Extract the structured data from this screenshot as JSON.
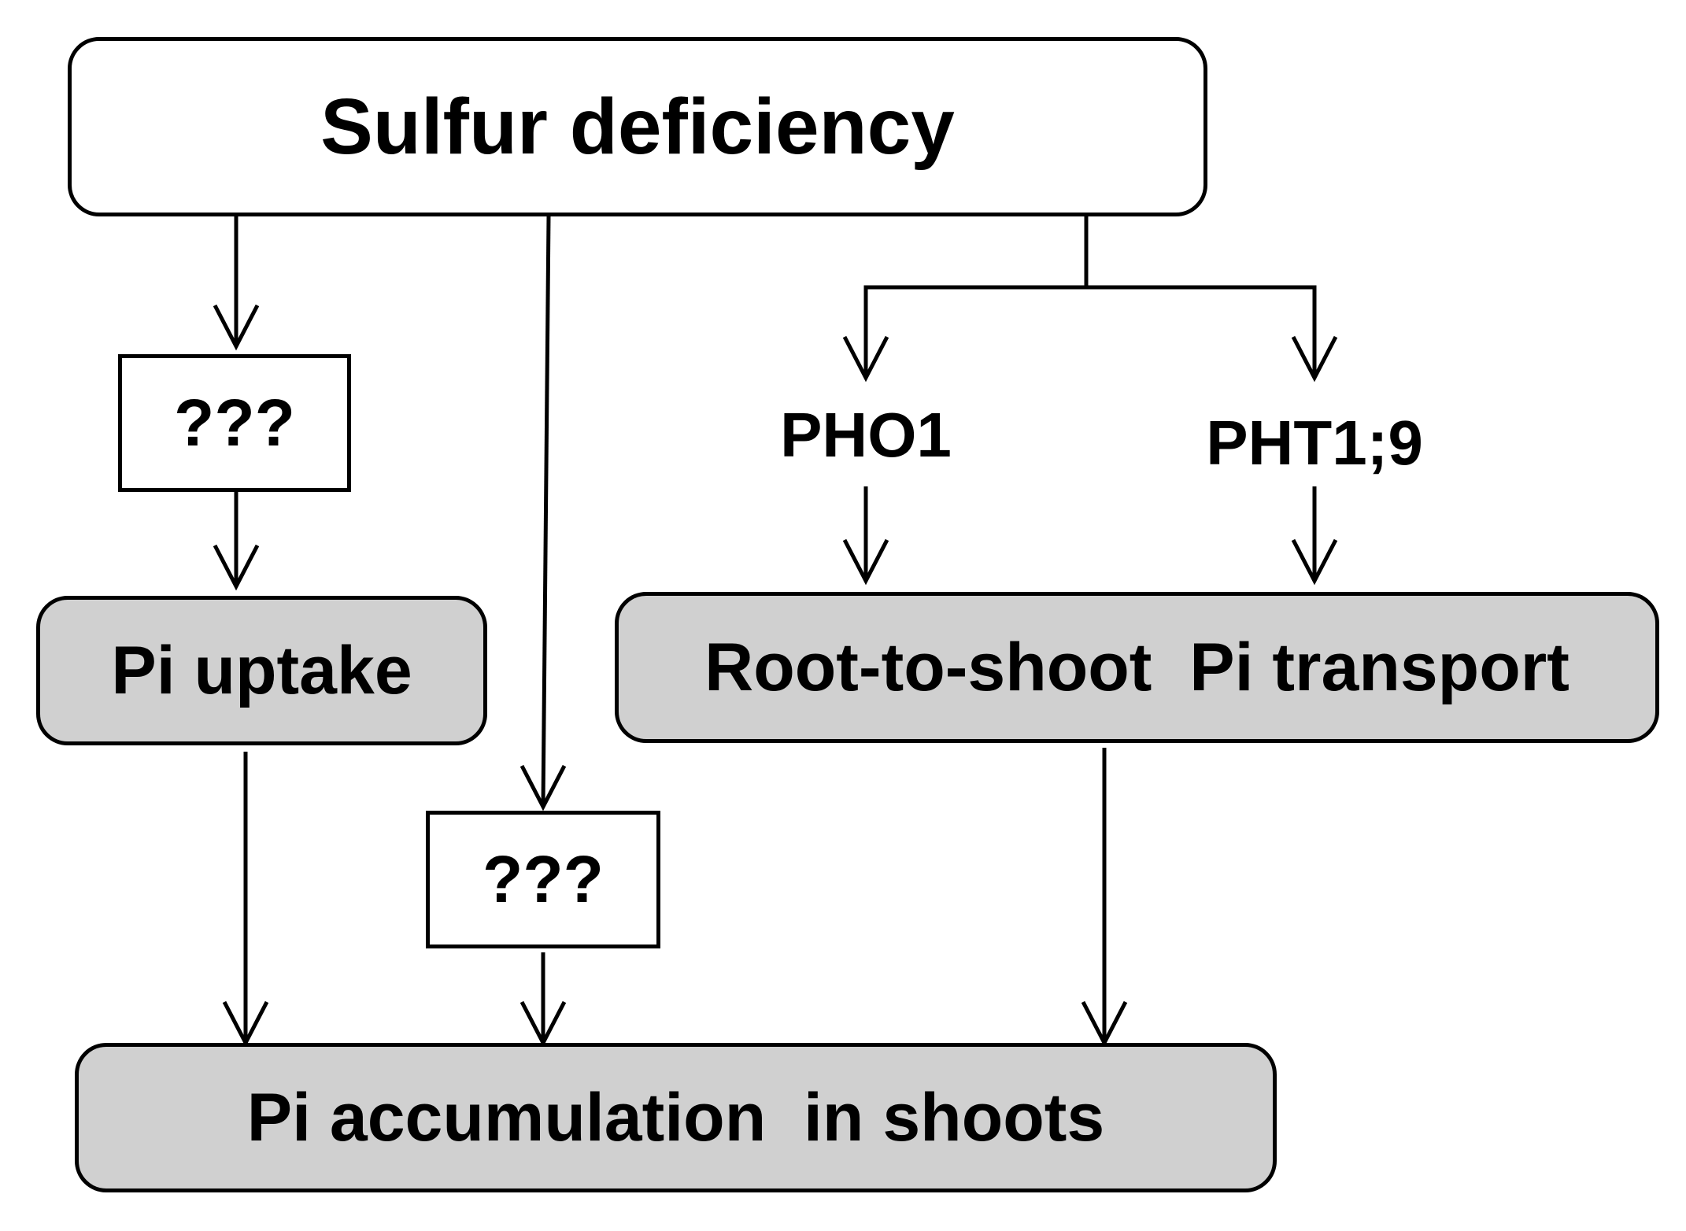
{
  "nodes": {
    "sulfur_deficiency": "Sulfur deficiency",
    "unknown_left": "???",
    "unknown_middle": "???",
    "pho1": "PHO1",
    "pht1_9": "PHT1;9",
    "pi_uptake": "Pi uptake",
    "root_to_shoot": "Root-to-shoot  Pi transport",
    "pi_accumulation": "Pi accumulation  in shoots"
  },
  "colors": {
    "process_fill": "#d0d0d0",
    "stroke": "#000000",
    "background": "#ffffff"
  }
}
